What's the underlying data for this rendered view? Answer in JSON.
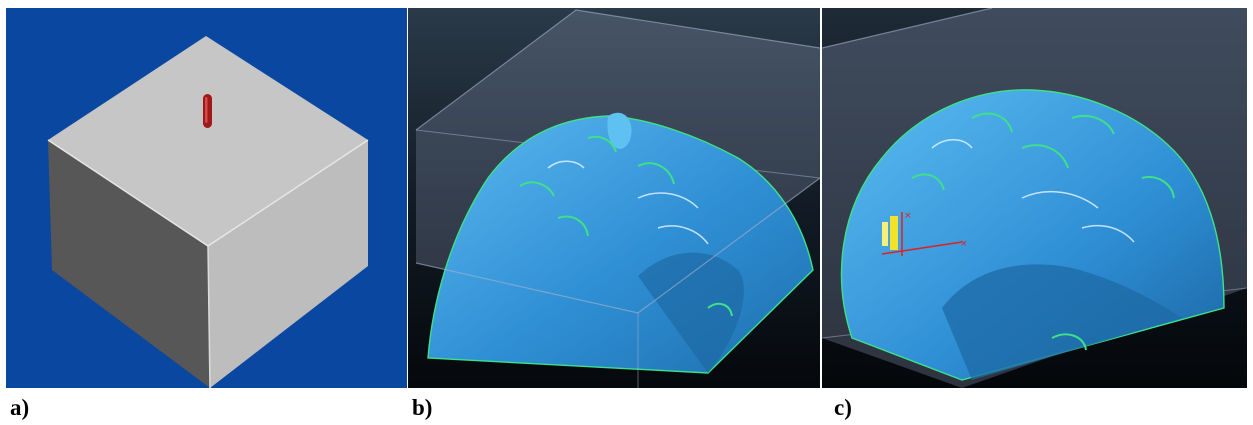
{
  "captions": {
    "a": "a)",
    "b": "b)",
    "c": "c)"
  },
  "colors": {
    "panel_a_background": "#0a47a0",
    "cube_top": "#c8c8c8",
    "cube_left": "#5a5a5a",
    "cube_right": "#bfbfbf",
    "pin": "#a01818",
    "scan_background": "#0d1620",
    "mesh_fill": "#3a9fe0",
    "mesh_edge": "#3ee08a",
    "bounding_box": "#8f9ab8",
    "marker_yellow": "#f2e22a",
    "marker_red": "#e02020"
  },
  "panels": [
    {
      "id": "a",
      "content": "cube-with-pin"
    },
    {
      "id": "b",
      "content": "face-scan-in-bounding-box"
    },
    {
      "id": "c",
      "content": "face-scan-in-rotated-bounding-box"
    }
  ]
}
